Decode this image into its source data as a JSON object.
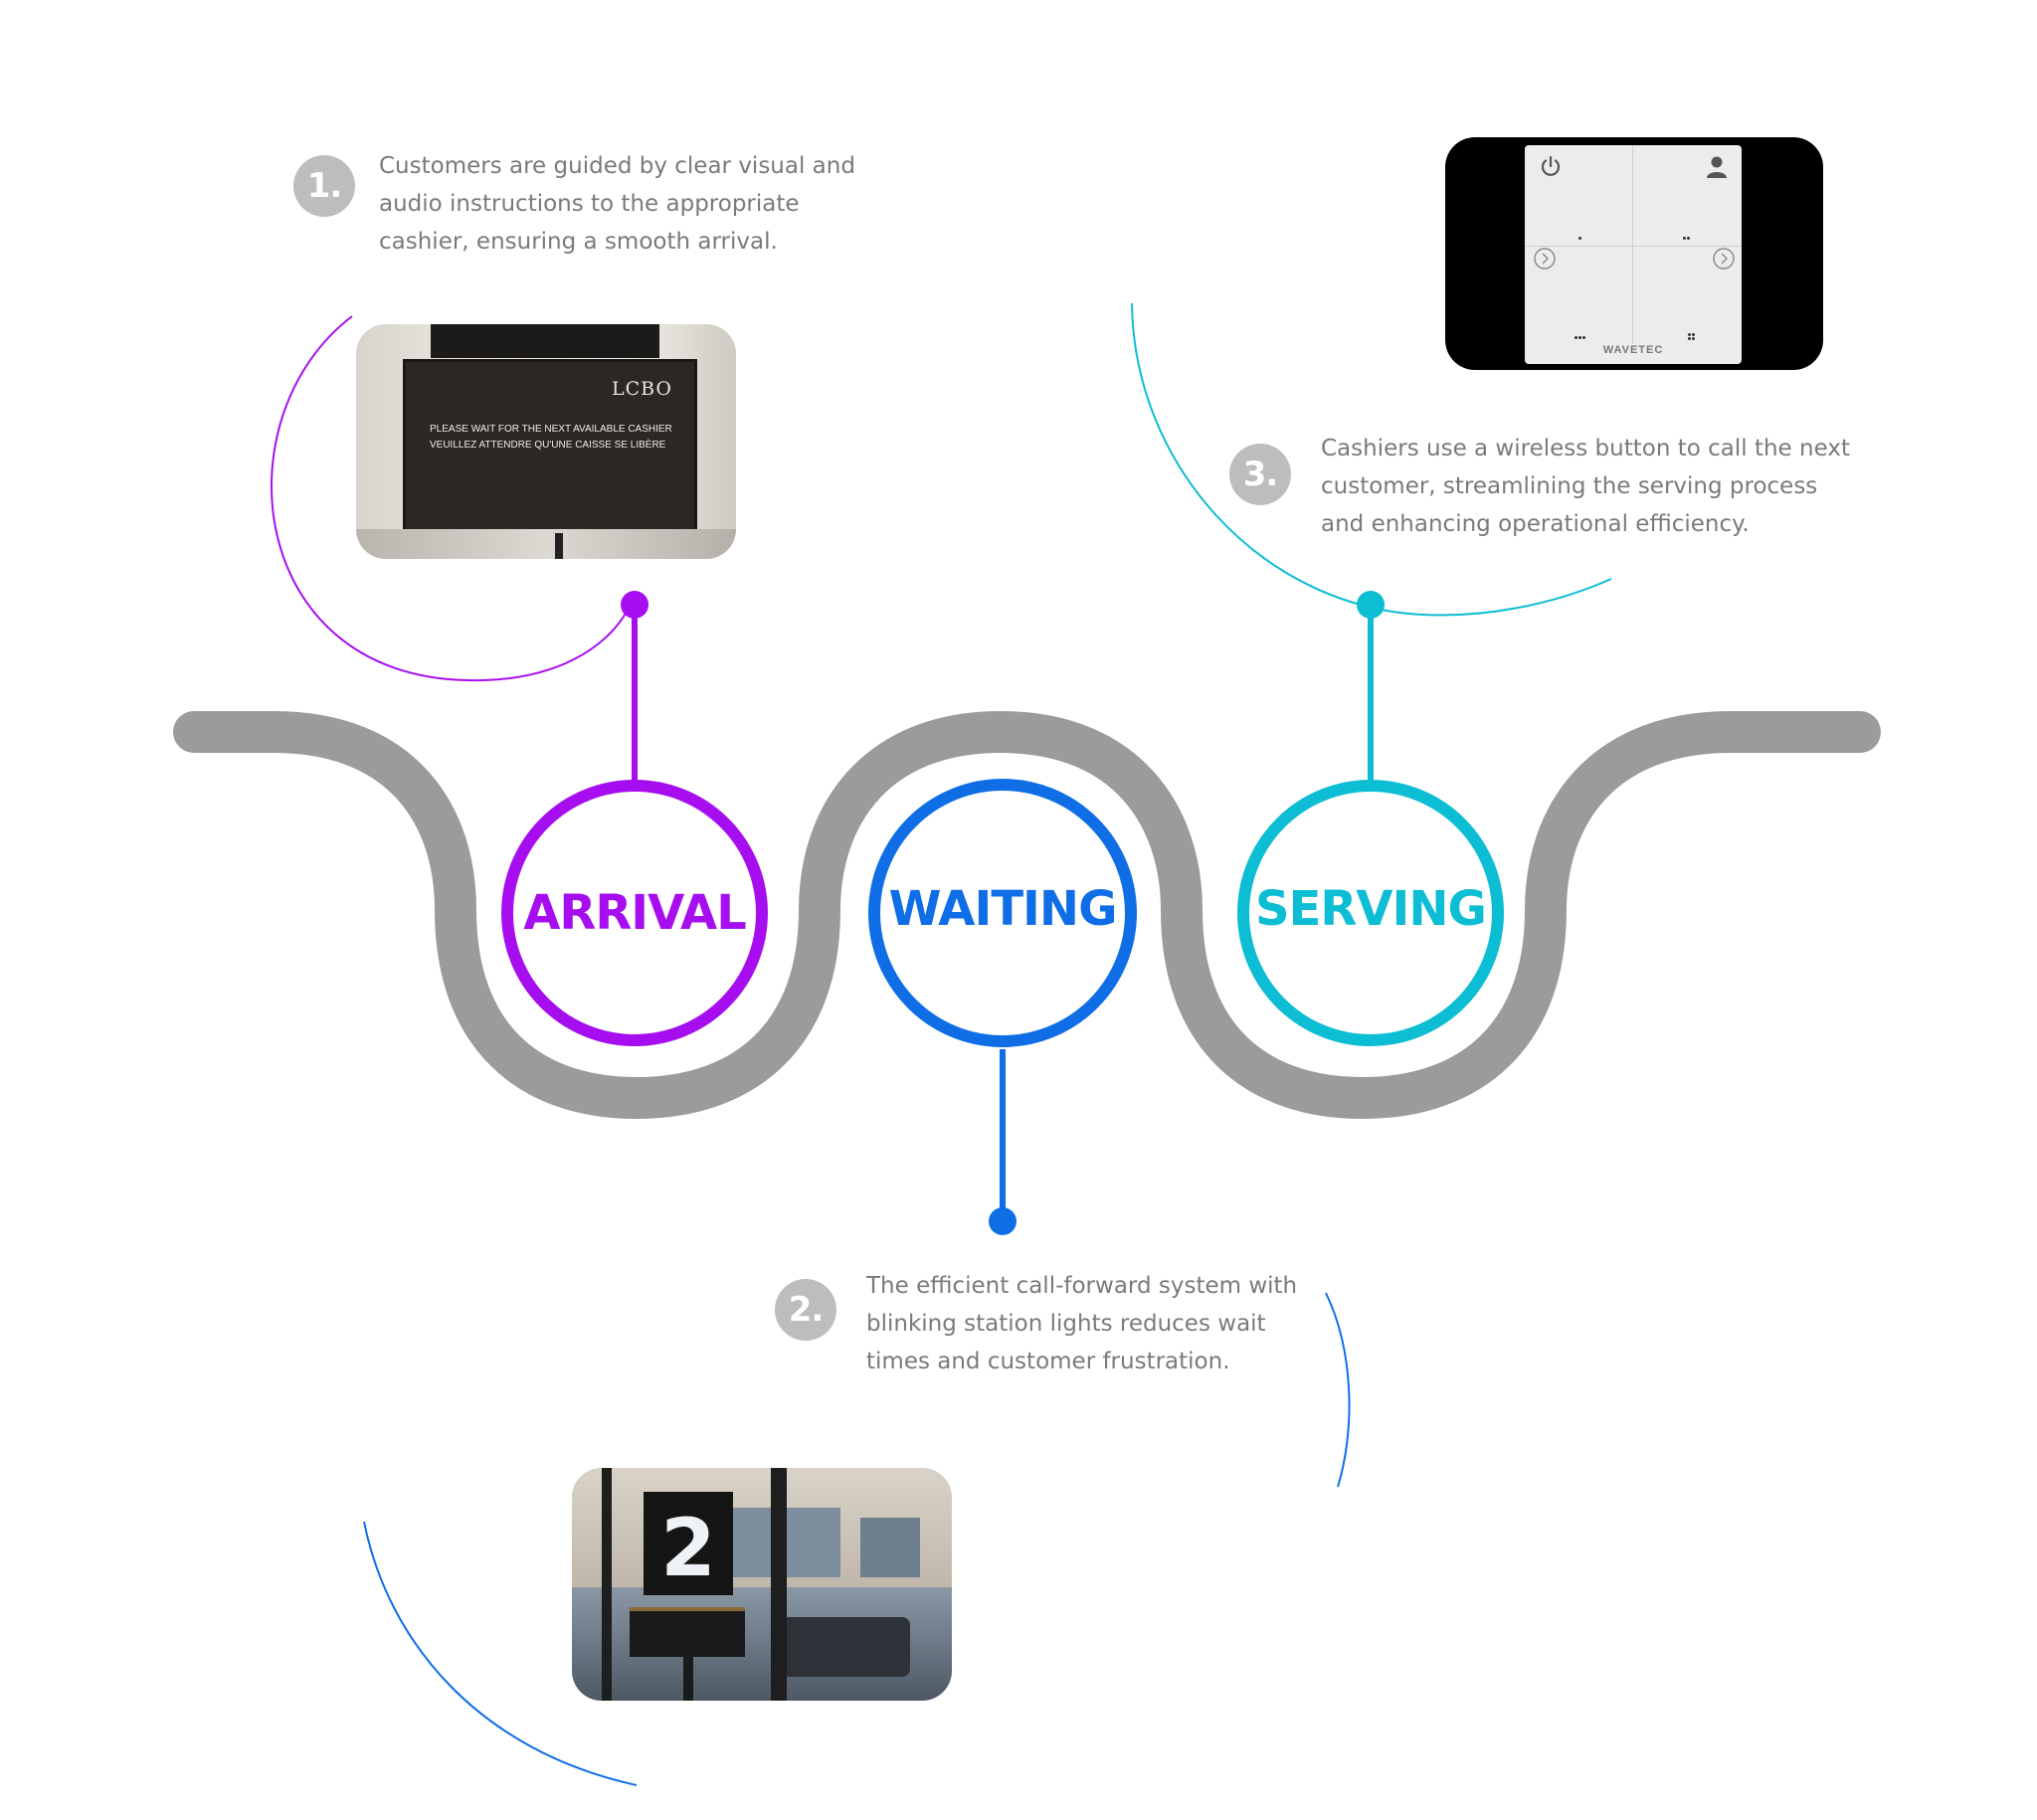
{
  "colors": {
    "road": "#9b9b9b",
    "arrival": "#a60ef0",
    "waiting": "#0f6ee6",
    "serving": "#0cbdd4",
    "badge": "#bdbdbd",
    "text": "#7a7a7a"
  },
  "stages": [
    {
      "label": "ARRIVAL",
      "badge": "1.",
      "lines": [
        "Customers are guided by clear visual and",
        "audio instructions to the appropriate",
        "cashier, ensuring a smooth arrival."
      ]
    },
    {
      "label": "WAITING",
      "badge": "2.",
      "lines": [
        "The efficient call-forward system with",
        "blinking station lights reduces wait",
        "times and customer frustration."
      ]
    },
    {
      "label": "SERVING",
      "badge": "3.",
      "lines": [
        "Cashiers use a wireless button to call the next",
        "customer, streamlining the serving process",
        "and enhancing operational efficiency."
      ]
    }
  ],
  "photos": {
    "arrival": {
      "brand": "LCBO",
      "line1": "PLEASE WAIT FOR THE NEXT AVAILABLE CASHIER",
      "line2": "VEUILLEZ ATTENDRE QU'UNE CAISSE SE LIBÈRE"
    },
    "waiting": {
      "number": "2"
    },
    "serving": {
      "brand": "WAVETEC",
      "icons": [
        "power-icon",
        "user-icon",
        "chevron-left-icon",
        "chevron-right-icon"
      ]
    }
  }
}
